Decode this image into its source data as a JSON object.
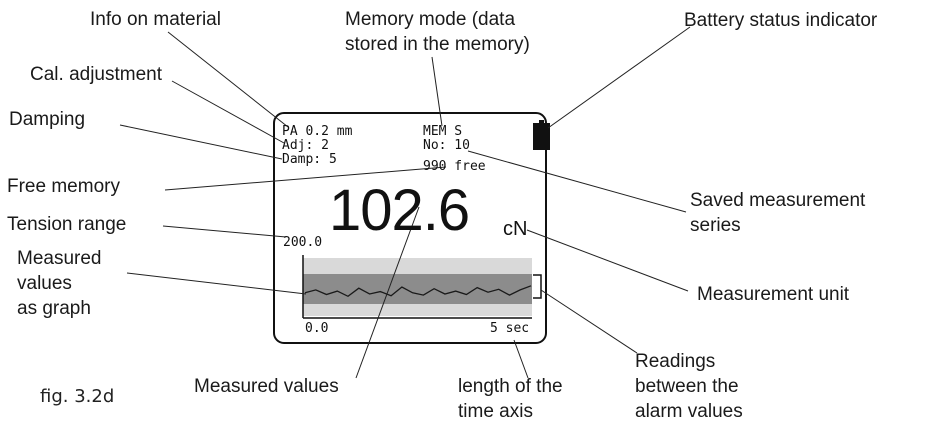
{
  "display": {
    "material": "PA 0.2 mm",
    "adjustment": "Adj: 2",
    "damping": "Damp: 5",
    "memory_mode": "MEM S",
    "series_no": "No: 10",
    "free_memory": "990 free",
    "measured_value": "102.6",
    "unit": "cN",
    "tension_range": "200.0",
    "axis_start": "0.0",
    "axis_end": "5 sec",
    "graph_trace": [
      0.6,
      0.55,
      0.63,
      0.57,
      0.66,
      0.52,
      0.62,
      0.58,
      0.65,
      0.5,
      0.6,
      0.64,
      0.53,
      0.62,
      0.57,
      0.63,
      0.51,
      0.59,
      0.54,
      0.64,
      0.55,
      0.48
    ]
  },
  "annotations": {
    "info_on_material": "Info on material",
    "memory_mode_l1": "Memory mode (data",
    "memory_mode_l2": "stored in the memory)",
    "battery": "Battery status indicator",
    "cal_adjustment": "Cal. adjustment",
    "damping": "Damping",
    "free_memory": "Free memory",
    "saved_series_l1": "Saved measurement",
    "saved_series_l2": "series",
    "tension_range": "Tension range",
    "measured_graph_l1": "Measured",
    "measured_graph_l2": "values",
    "measured_graph_l3": "as graph",
    "measurement_unit": "Measurement unit",
    "measured_values": "Measured values",
    "time_axis_l1": "length of the",
    "time_axis_l2": "time axis",
    "readings_l1": "Readings",
    "readings_l2": "between the",
    "readings_l3": "alarm values"
  },
  "figure_label": "fig. 3.2d",
  "colors": {
    "outer_band": "#d9d9d9",
    "inner_band": "#8c8c8c",
    "trace": "#1a1a1a",
    "text": "#1a1a1a"
  },
  "icons": {
    "battery": "battery-full-icon"
  }
}
